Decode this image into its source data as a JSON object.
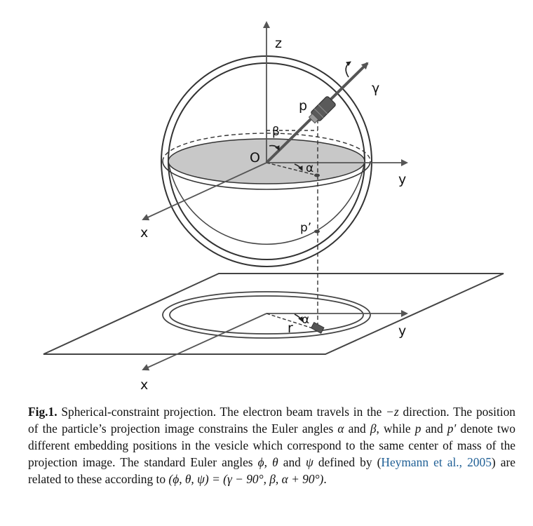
{
  "figure": {
    "axis_labels": {
      "z": "z",
      "x_upper": "x",
      "y_upper": "y",
      "x_lower": "x",
      "y_lower": "y"
    },
    "point_labels": {
      "origin": "O",
      "p": "p",
      "p_prime": "p’",
      "r": "r"
    },
    "angle_labels": {
      "alpha_upper": "α",
      "alpha_lower": "α",
      "beta": "β",
      "gamma": "γ"
    }
  },
  "caption": {
    "fig_label": "Fig.1.",
    "seg1": " Spherical-constraint projection. The electron beam travels in the ",
    "minus_z": "−z",
    "seg2": " direction. The position of the particle’s projection image constrains the Euler angles ",
    "alpha": "α",
    "and1": " and ",
    "beta": "β",
    "seg3": ", while ",
    "p": "p",
    "and2": " and ",
    "p_prime": "p′",
    "seg4": " denote two different embedding positions in the vesicle which correspond to the same center of mass of the projection image. The standard Euler angles ",
    "phi_theta": "ϕ, θ",
    "and3": " and ",
    "psi": "ψ",
    "seg5": " defined by (",
    "citation": "Heymann et al., 2005",
    "seg6": ") are related to these according to ",
    "equation": "(ϕ, θ, ψ) = (γ − 90°, β, α + 90°)",
    "seg7": "."
  }
}
